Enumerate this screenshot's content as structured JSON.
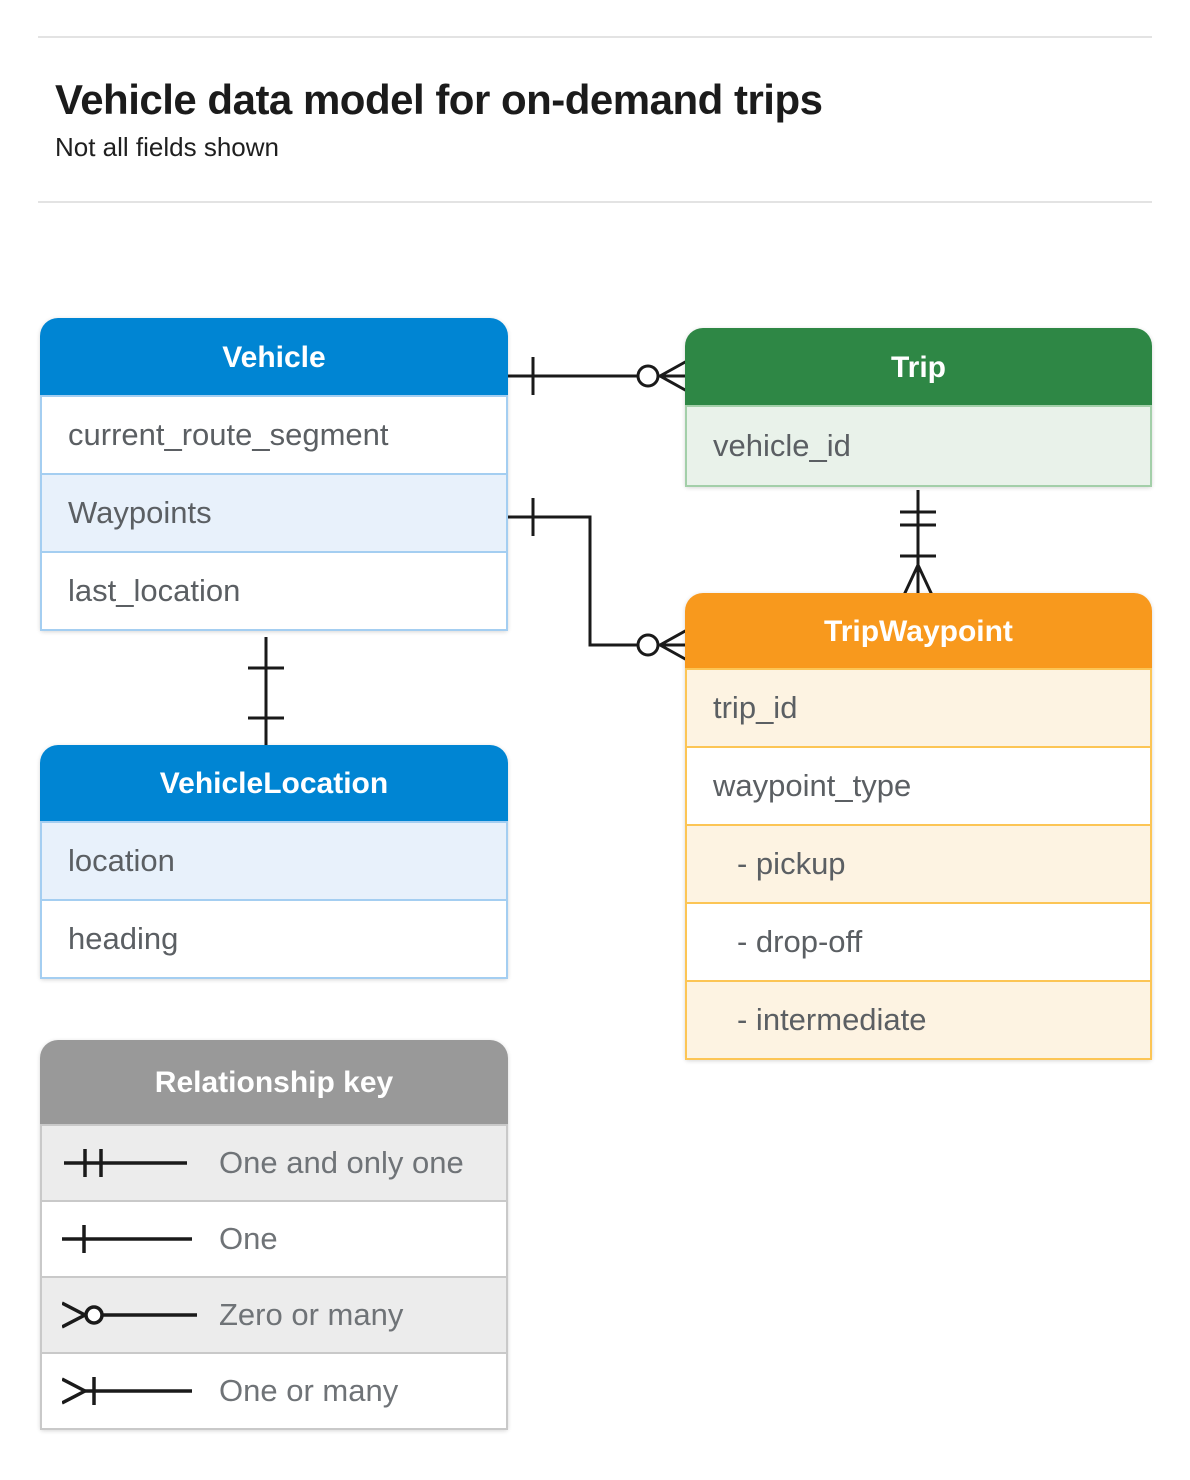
{
  "page": {
    "title": "Vehicle data model for on-demand trips",
    "subtitle": "Not all fields shown"
  },
  "colors": {
    "blue_header": "#0085d3",
    "blue_row_tint": "#e8f1fb",
    "blue_border": "#a4cef1",
    "green_header": "#2e8745",
    "green_row_tint": "#e9f2ea",
    "green_border": "#a3cfa9",
    "orange_header": "#f8991d",
    "orange_row_tint": "#fdf3e2",
    "orange_border": "#fcc555",
    "gray_header": "#999999",
    "gray_row_tint": "#ececec",
    "row_text": "#5b5f63",
    "connector_line": "#1a1a1a"
  },
  "entities": {
    "vehicle": {
      "title": "Vehicle",
      "rows": [
        "current_route_segment",
        "Waypoints",
        "last_location"
      ]
    },
    "trip": {
      "title": "Trip",
      "rows": [
        "vehicle_id"
      ]
    },
    "trip_waypoint": {
      "title": "TripWaypoint",
      "rows": [
        "trip_id",
        "waypoint_type",
        "- pickup",
        "- drop-off",
        "- intermediate"
      ]
    },
    "vehicle_location": {
      "title": "VehicleLocation",
      "rows": [
        "location",
        "heading"
      ]
    }
  },
  "relationships": [
    {
      "from": "Vehicle",
      "to": "Trip",
      "from_cardinality": "one",
      "to_cardinality": "zero-or-many"
    },
    {
      "from": "Vehicle.Waypoints",
      "to": "TripWaypoint",
      "from_cardinality": "one",
      "to_cardinality": "zero-or-many"
    },
    {
      "from": "Trip",
      "to": "TripWaypoint",
      "from_cardinality": "one-and-only-one",
      "to_cardinality": "one-or-many"
    },
    {
      "from": "Vehicle",
      "to": "VehicleLocation",
      "from_cardinality": "one",
      "to_cardinality": "one"
    }
  ],
  "legend": {
    "title": "Relationship key",
    "items": [
      {
        "symbol": "one-and-only-one",
        "label": "One and only one"
      },
      {
        "symbol": "one",
        "label": "One"
      },
      {
        "symbol": "zero-or-many",
        "label": "Zero or many"
      },
      {
        "symbol": "one-or-many",
        "label": "One or many"
      }
    ]
  }
}
